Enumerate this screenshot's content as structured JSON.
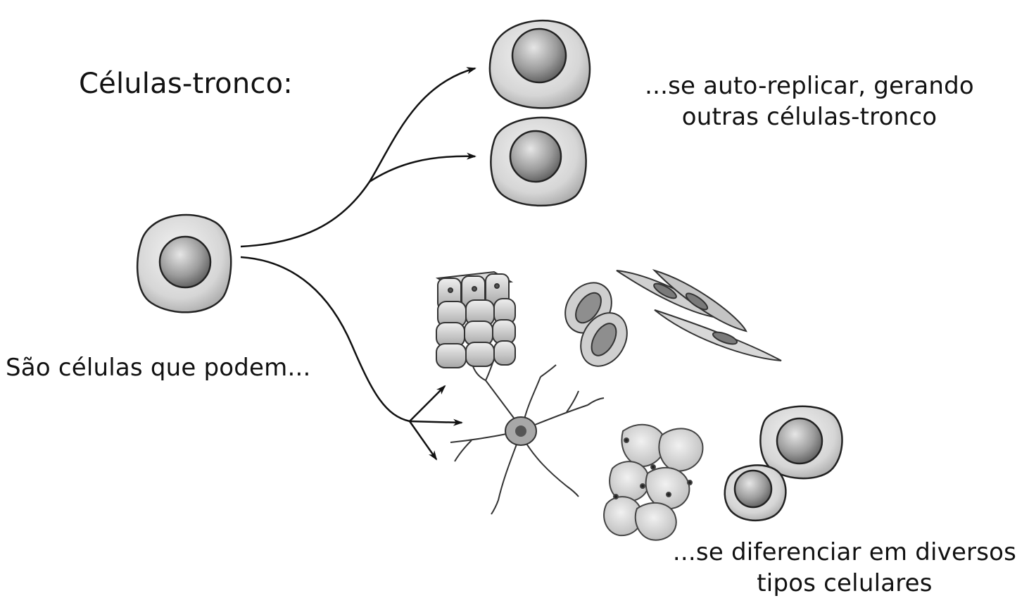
{
  "diagram": {
    "title": "Células-tronco:",
    "subtitle": "São células que podem...",
    "replicate_line1": "...se auto-replicar, gerando",
    "replicate_line2": "outras células-tronco",
    "differentiate_line1": "...se diferenciar em diversos",
    "differentiate_line2": "tipos celulares"
  },
  "colors": {
    "ink": "#111111",
    "cell_light": "#e8e8e8",
    "cell_mid": "#bdbdbd",
    "nucleus_dark": "#6f6f6f"
  }
}
